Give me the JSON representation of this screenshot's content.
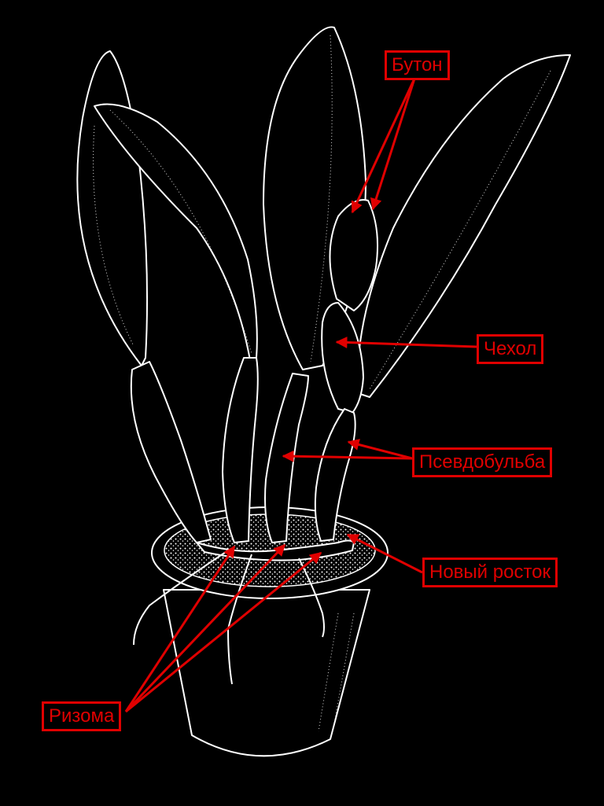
{
  "labels": {
    "buton": "Бутон",
    "chehol": "Чехол",
    "pseudobulb": "Псевдобульба",
    "new_shoot": "Новый росток",
    "rhizome": "Ризома"
  },
  "colors": {
    "background": "#000000",
    "line_art": "#ffffff",
    "annotation": "#e00000"
  }
}
